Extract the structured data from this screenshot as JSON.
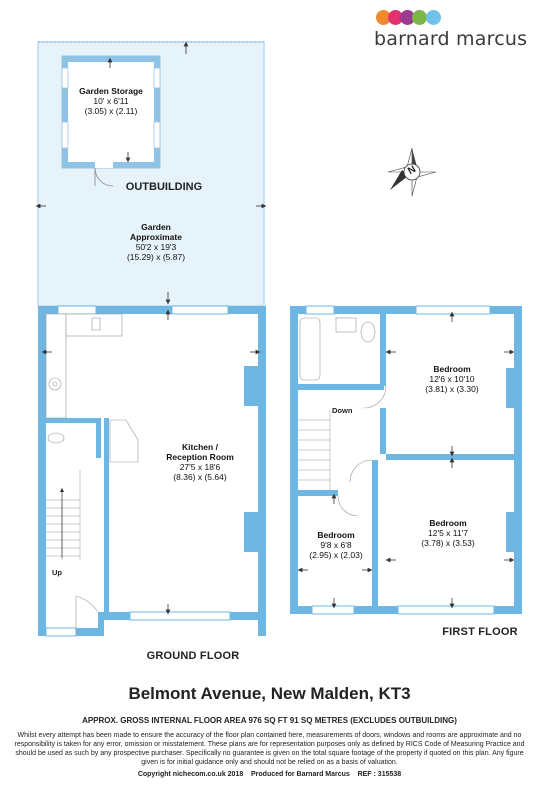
{
  "brand": {
    "name": "barnard marcus",
    "dot_colors": [
      "#f08a2c",
      "#e2316e",
      "#9b3a8e",
      "#7ab648",
      "#6fc3e8"
    ]
  },
  "outbuilding": {
    "title": "OUTBUILDING",
    "garden_storage": {
      "name": "Garden Storage",
      "imperial": "10' x 6'11",
      "metric": "(3.05) x (2.11)"
    },
    "garden": {
      "name": "Garden",
      "name2": "Approximate",
      "imperial": "50'2 x 19'3",
      "metric": "(15.29) x (5.87)"
    }
  },
  "ground_floor": {
    "title": "GROUND FLOOR",
    "kitchen": {
      "name": "Kitchen /",
      "name2": "Reception Room",
      "imperial": "27'5 x 18'6",
      "metric": "(8.36) x (5.64)"
    },
    "stairs_label": "Up"
  },
  "first_floor": {
    "title": "FIRST FLOOR",
    "stairs_label": "Down",
    "bedroom_rear": {
      "name": "Bedroom",
      "imperial": "12'6 x 10'10",
      "metric": "(3.81) x (3.30)"
    },
    "bedroom_front": {
      "name": "Bedroom",
      "imperial": "12'5 x 11'7",
      "metric": "(3.78) x (3.53)"
    },
    "bedroom_small": {
      "name": "Bedroom",
      "imperial": "9'8 x 6'8",
      "metric": "(2.95) x (2.03)"
    }
  },
  "compass": {
    "north_label": "N"
  },
  "footer": {
    "address": "Belmont Avenue, New Malden, KT3",
    "area": "APPROX. GROSS INTERNAL FLOOR AREA 976 SQ FT 91 SQ METRES (EXCLUDES OUTBUILDING)",
    "disclaimer": "Whilst every attempt has been made to ensure the accuracy of the floor plan contained here, measurements of doors, windows and rooms are approximate and no responsibility is taken for any error, omission or misstatement. These plans are for representation purposes only as defined by RICS Code of Measuring Practice and should be used as such by any prospective purchaser. Specifically no guarantee is given on the total square footage of the property if quoted on this plan. Any figure given is for initial guidance only and should not be relied on as a basis of valuation.",
    "copyright": "Copyright nichecom.co.uk 2018    Produced for Barnard Marcus    REF : 315538"
  }
}
